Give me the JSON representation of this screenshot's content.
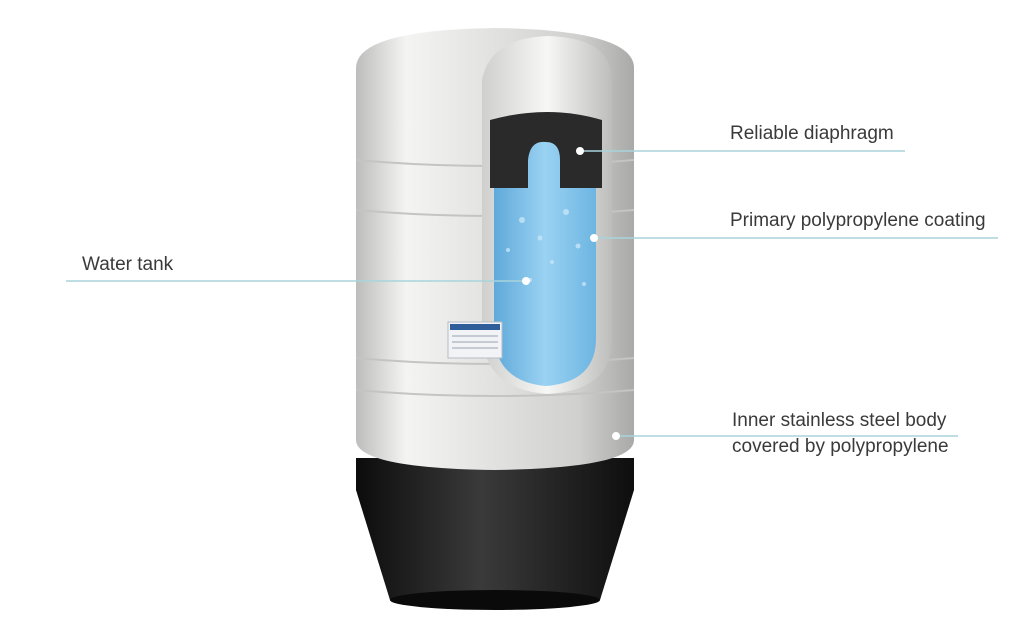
{
  "colors": {
    "leader_line": "#a8d4dc",
    "tank_shell": "#dcdcda",
    "base": "#1a1a1a",
    "water": "#7fc2ea",
    "diaphragm": "#2a2a2a",
    "text": "#3a3a3a"
  },
  "callouts": [
    {
      "id": "diaphragm",
      "lines": [
        "Reliable diaphragm"
      ]
    },
    {
      "id": "coating",
      "lines": [
        "Primary polypropylene coating"
      ]
    },
    {
      "id": "water_tank",
      "lines": [
        "Water tank"
      ]
    },
    {
      "id": "steel_body",
      "lines": [
        "Inner stainless steel body",
        "covered by polypropylene"
      ]
    }
  ]
}
